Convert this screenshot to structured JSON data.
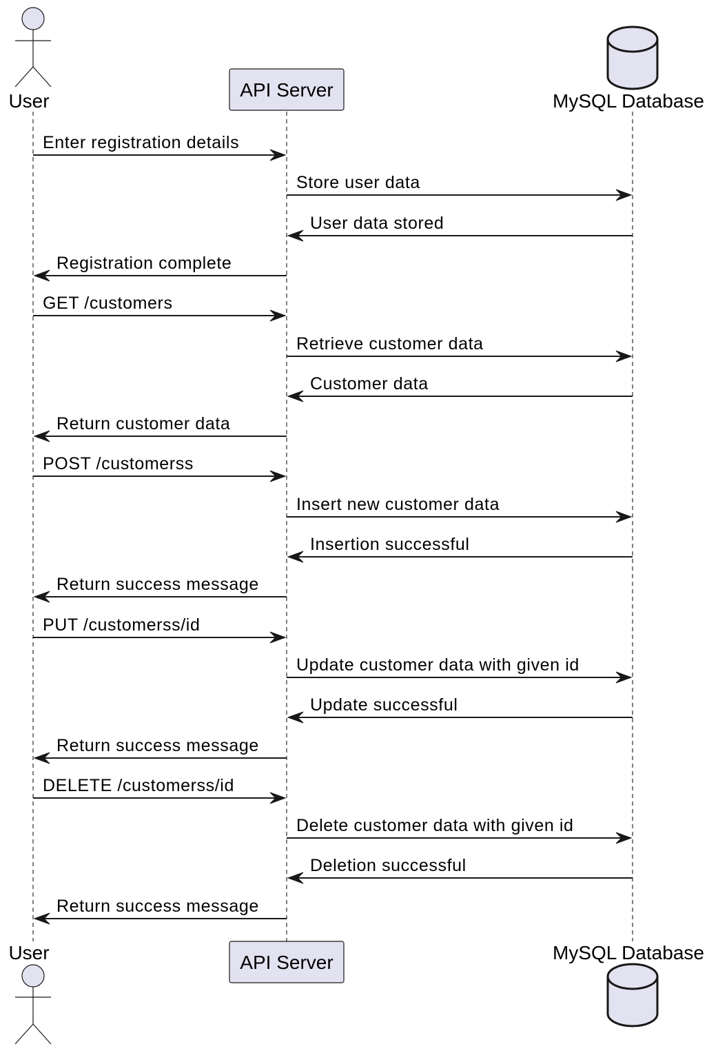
{
  "participants": {
    "user": {
      "name": "User",
      "kind": "actor",
      "icon": "actor-stick-figure-icon"
    },
    "api": {
      "name": "API Server",
      "kind": "participant"
    },
    "db": {
      "name": "MySQL Database",
      "kind": "database",
      "icon": "database-cylinder-icon"
    }
  },
  "messages": [
    {
      "from": "user",
      "to": "api",
      "text": "Enter registration details"
    },
    {
      "from": "api",
      "to": "db",
      "text": "Store user data"
    },
    {
      "from": "db",
      "to": "api",
      "text": "User data stored"
    },
    {
      "from": "api",
      "to": "user",
      "text": "Registration complete"
    },
    {
      "from": "user",
      "to": "api",
      "text": "GET /customers"
    },
    {
      "from": "api",
      "to": "db",
      "text": "Retrieve customer data"
    },
    {
      "from": "db",
      "to": "api",
      "text": "Customer data"
    },
    {
      "from": "api",
      "to": "user",
      "text": "Return customer data"
    },
    {
      "from": "user",
      "to": "api",
      "text": "POST /customerss"
    },
    {
      "from": "api",
      "to": "db",
      "text": "Insert new customer data"
    },
    {
      "from": "db",
      "to": "api",
      "text": "Insertion successful"
    },
    {
      "from": "api",
      "to": "user",
      "text": "Return success message"
    },
    {
      "from": "user",
      "to": "api",
      "text": "PUT /customerss/id"
    },
    {
      "from": "api",
      "to": "db",
      "text": "Update customer data with given id"
    },
    {
      "from": "db",
      "to": "api",
      "text": "Update successful"
    },
    {
      "from": "api",
      "to": "user",
      "text": "Return success message"
    },
    {
      "from": "user",
      "to": "api",
      "text": "DELETE /customerss/id"
    },
    {
      "from": "api",
      "to": "db",
      "text": "Delete customer data with given id"
    },
    {
      "from": "db",
      "to": "api",
      "text": "Deletion successful"
    },
    {
      "from": "api",
      "to": "user",
      "text": "Return success message"
    }
  ],
  "colors": {
    "participant_fill": "#e2e2f0",
    "stroke": "#181818"
  }
}
